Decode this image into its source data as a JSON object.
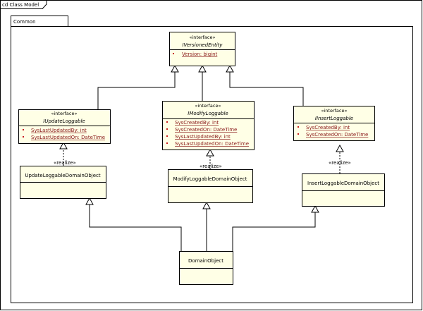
{
  "frame": {
    "tab_label": "cd Class Model"
  },
  "package": {
    "name": "Common"
  },
  "classes": {
    "iversioned": {
      "stereotype": "«interface»",
      "name": "IVersionedEntity",
      "attributes": [
        "Version:  bigint"
      ]
    },
    "iupdate": {
      "stereotype": "«interface»",
      "name": "IUpdateLoggable",
      "attributes": [
        "SysLastUpdatedBy:  int",
        "SysLastUpdatedOn:  DateTime"
      ]
    },
    "imodify": {
      "stereotype": "«interface»",
      "name": "IModifyLoggable",
      "attributes": [
        "SysCreatedBy:  int",
        "SysCreatedOn:  DateTime",
        "SysLastUpdatedBy:  int",
        "SysLastUpdatedOn:  DateTime"
      ]
    },
    "iinsert": {
      "stereotype": "«interface»",
      "name": "IInsertLoggable",
      "attributes": [
        "SysCreatedBy:  int",
        "SysCreatedOn:  DateTime"
      ]
    },
    "update_obj": {
      "name": "UpdateLoggableDomainObject"
    },
    "modify_obj": {
      "name": "ModifyLoggableDomainObject"
    },
    "insert_obj": {
      "name": "InsertLoggableDomainObject"
    },
    "domain": {
      "name": "DomainObject"
    }
  },
  "relationships": {
    "realize_label": "«realize»"
  }
}
